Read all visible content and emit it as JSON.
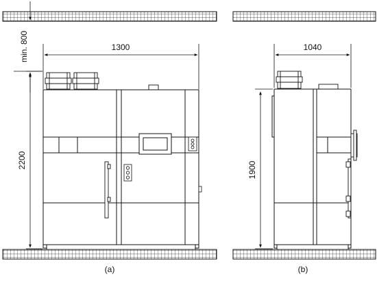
{
  "figure": {
    "panel_a": {
      "caption": "(a)",
      "dim_width": "1300",
      "dim_height": "2200",
      "dim_clearance": "min. 800"
    },
    "panel_b": {
      "caption": "(b)",
      "dim_width": "1040",
      "dim_height": "1900"
    }
  }
}
